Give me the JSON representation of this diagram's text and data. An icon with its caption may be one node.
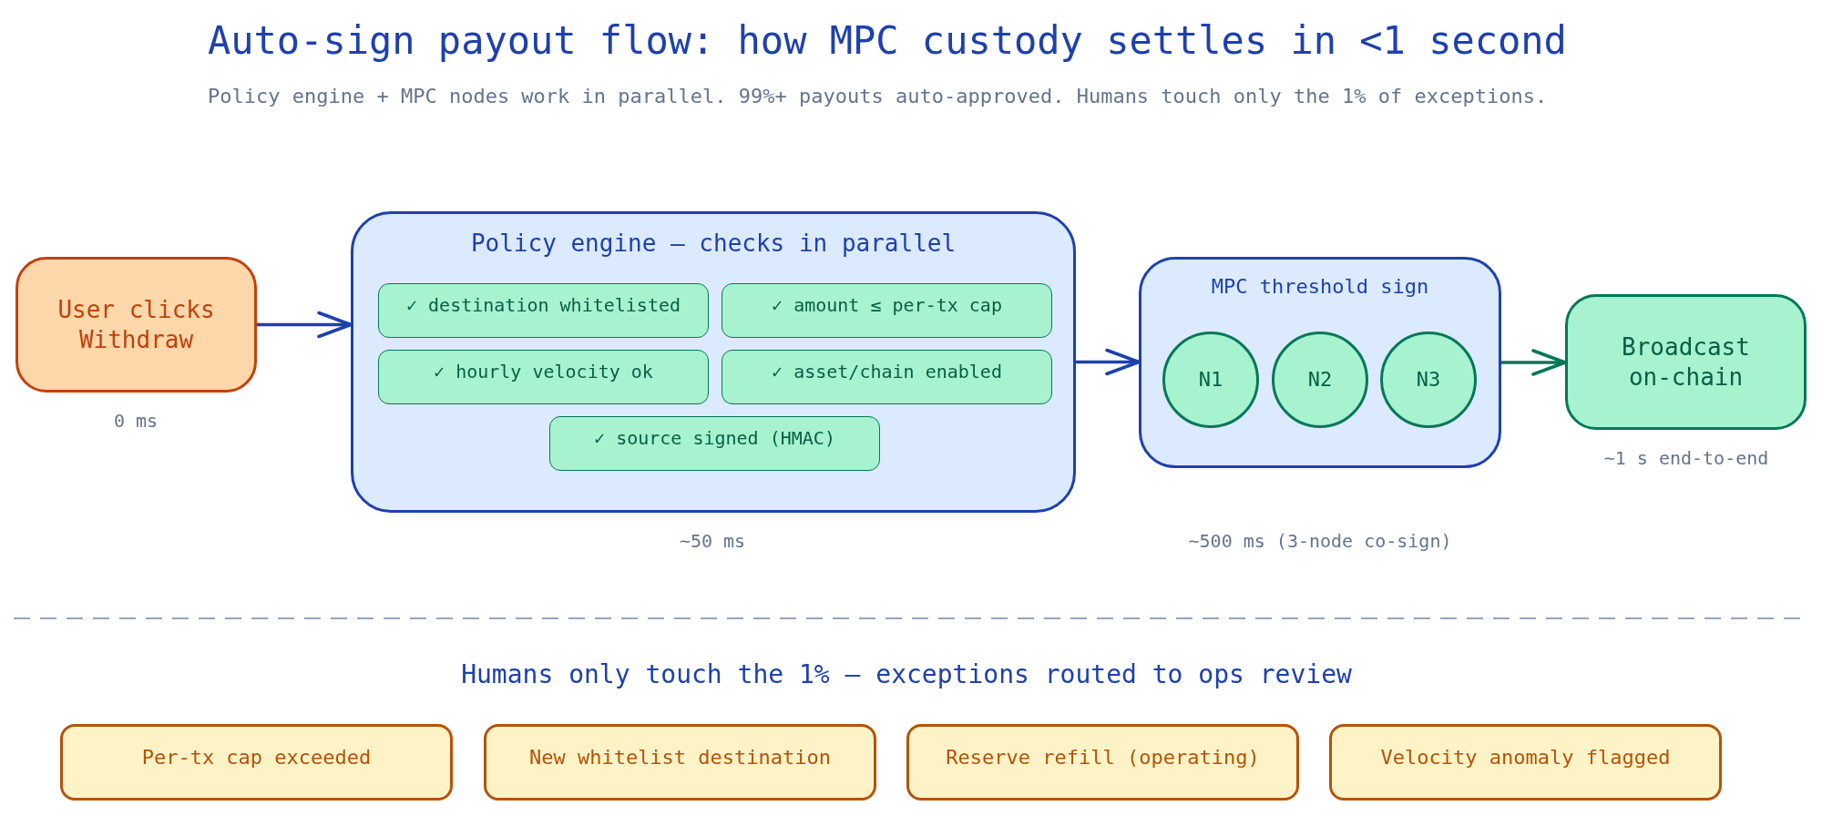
{
  "diagram": {
    "title": "Auto-sign payout flow: how MPC custody settles in <1 second",
    "nodes": [
      {
        "text": [
          "User clicks Withdraw"
        ],
        "beside": [
          "0 ms"
        ]
      },
      {
        "text": [
          "Policy engine — checks in parallel"
        ],
        "beside": [
          "~50 ms"
        ]
      },
      {
        "text": [
          "✓ destination whitelisted"
        ],
        "in": 1
      },
      {
        "text": [
          "✓ amount ≤ per-tx cap"
        ],
        "in": 1
      },
      {
        "text": [
          "✓ hourly velocity ok"
        ],
        "in": 1
      },
      {
        "text": [
          "✓ asset/chain enabled"
        ],
        "in": 1
      },
      {
        "text": [
          "✓ source signed (HMAC)"
        ],
        "in": 1
      },
      {
        "text": [
          "MPC threshold sign"
        ],
        "beside": [
          "~500 ms (3-node co-sign)"
        ]
      },
      {
        "text": [
          "N1"
        ],
        "in": 7
      },
      {
        "text": [
          "N2"
        ],
        "in": 7
      },
      {
        "text": [
          "N3"
        ],
        "in": 7
      },
      {
        "text": [
          "Broadcast on-chain"
        ],
        "beside": [
          "~1 s end-to-end"
        ]
      },
      {
        "text": [
          "Per-tx cap exceeded"
        ]
      },
      {
        "text": [
          "New whitelist destination"
        ]
      },
      {
        "text": [
          "Reserve refill (operating)"
        ]
      },
      {
        "text": [
          "Velocity anomaly flagged"
        ]
      }
    ],
    "edges": [
      {
        "from": 0,
        "to": 1,
        "arrow": "to"
      },
      {
        "from": 1,
        "to": 7,
        "arrow": "to"
      },
      {
        "from": 7,
        "to": 11,
        "arrow": "to",
        "color": "#047857"
      }
    ],
    "labels": [
      "Policy engine + MPC nodes work in parallel. 99%+ payouts auto-approved. Humans touch only the 1% of exceptions.",
      "Humans only touch the 1% — exceptions routed to ops review"
    ]
  }
}
